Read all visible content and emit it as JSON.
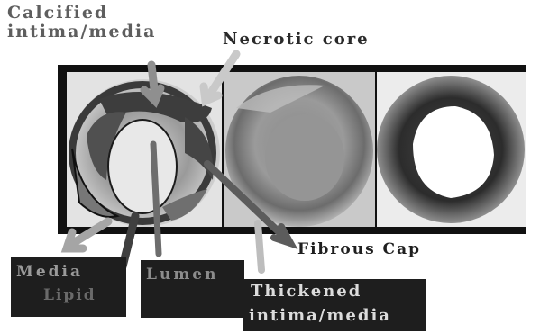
{
  "labels": {
    "calcified_line1": "Calcified",
    "calcified_line2": "intima/media",
    "necrotic_core": "Necrotic core",
    "fibrous_cap": "Fibrous Cap",
    "media": "Media",
    "lipid": "Lipid",
    "lumen": "Lumen",
    "thickened_line1": "Thickened",
    "thickened_line2": "intima/media"
  }
}
